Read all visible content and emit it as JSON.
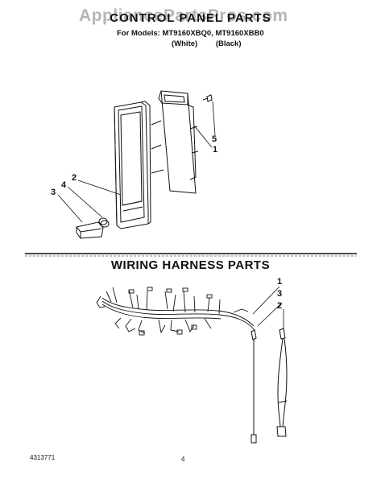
{
  "header": {
    "watermark": "AppliancePartsPros.com",
    "title": "CONTROL PANEL PARTS",
    "models": "For Models: MT9160XBQ0, MT9160XBB0",
    "variant_white": "(White)",
    "variant_black": "(Black)"
  },
  "control_panel": {
    "callouts": [
      "5",
      "1",
      "2",
      "4",
      "3"
    ]
  },
  "wiring": {
    "title": "WIRING HARNESS PARTS",
    "callouts": [
      "1",
      "3",
      "2"
    ]
  },
  "footer": {
    "code": "4313771",
    "page": "4"
  }
}
